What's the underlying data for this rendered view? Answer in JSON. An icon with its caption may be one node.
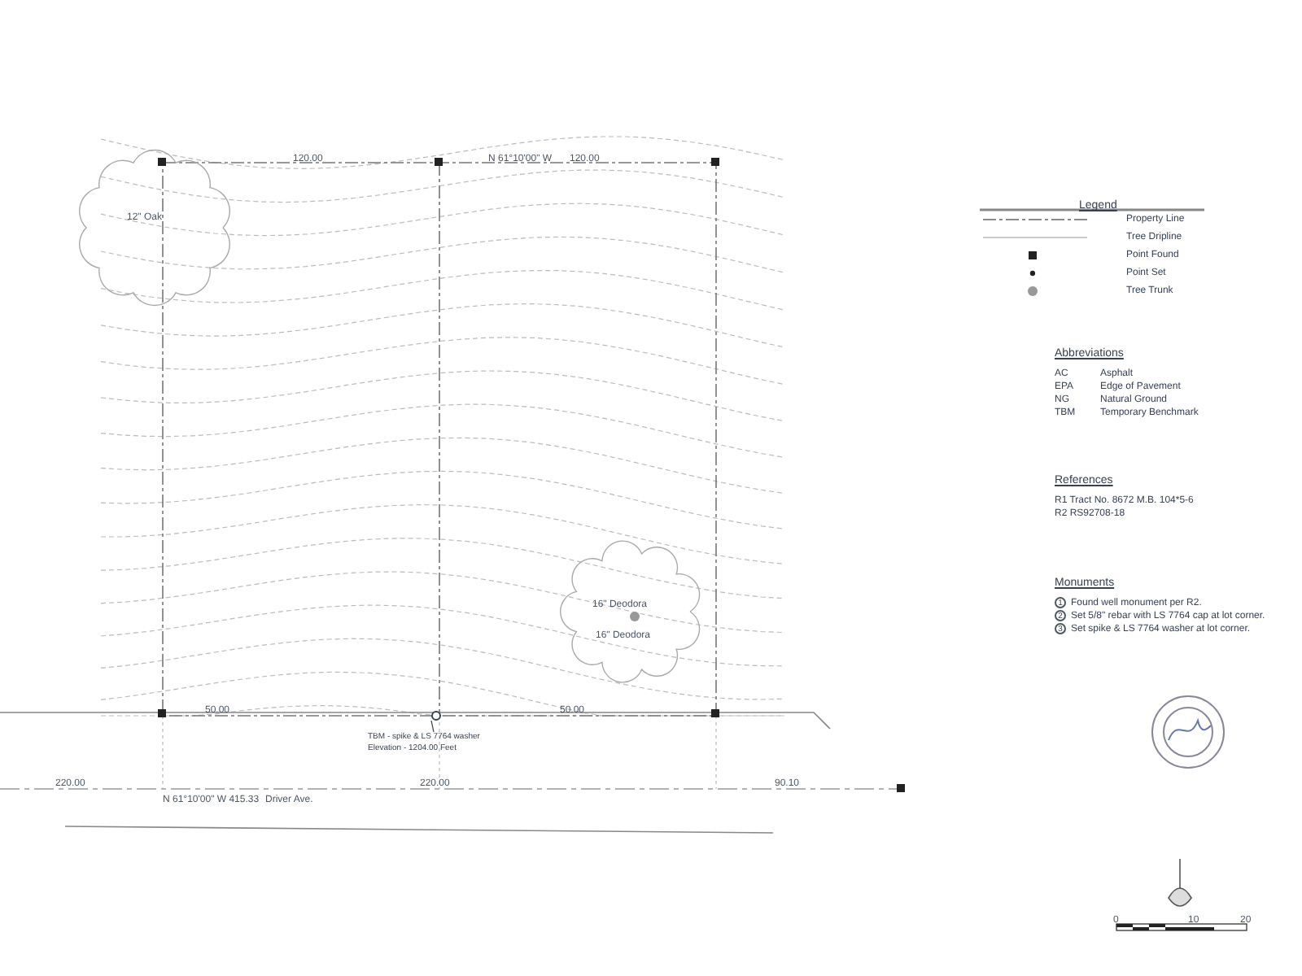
{
  "diagram": {
    "nodes": [
      {
        "text": [
          "TBM - spike & LS 7764 washer",
          "Elevation - 1204.00 Feet"
        ]
      },
      {
        "text": [],
        "shape": "circle"
      }
    ],
    "edges": [
      {
        "from": 0,
        "to": 1,
        "arrow": "none"
      }
    ],
    "labels": [
      "120.00",
      "N 61°10'00\" W",
      "120.00",
      "12\" Oak",
      "16\" Deodora",
      "16\" Deodora",
      "50.00",
      "50.00",
      "N 61°10'00\" W 415.33",
      "Driver Ave.",
      "220.00",
      "220.00",
      "90.10",
      "0",
      "10",
      "20",
      "Legend",
      "Abbreviations",
      "AC",
      "Asphalt",
      "EPA",
      "Edge of Pavement",
      "NG",
      "Natural Ground",
      "TBM",
      "Temporary Benchmark",
      "References",
      "R1 Tract No. 8672 M.B. 104*5-6",
      "R2 RS92708-18",
      "Monuments",
      "1",
      "Found well monument per R2.",
      "2",
      "Set 5/8\" rebar with LS 7764 cap at lot corner.",
      "3",
      "Set spike & LS 7764 washer at lot corner."
    ],
    "legend": [
      {
        "text": "Property Line"
      },
      {
        "text": "Tree Dripline"
      },
      {
        "text": "Point Found"
      },
      {
        "text": "Point Set"
      },
      {
        "text": "Tree Trunk"
      }
    ]
  }
}
